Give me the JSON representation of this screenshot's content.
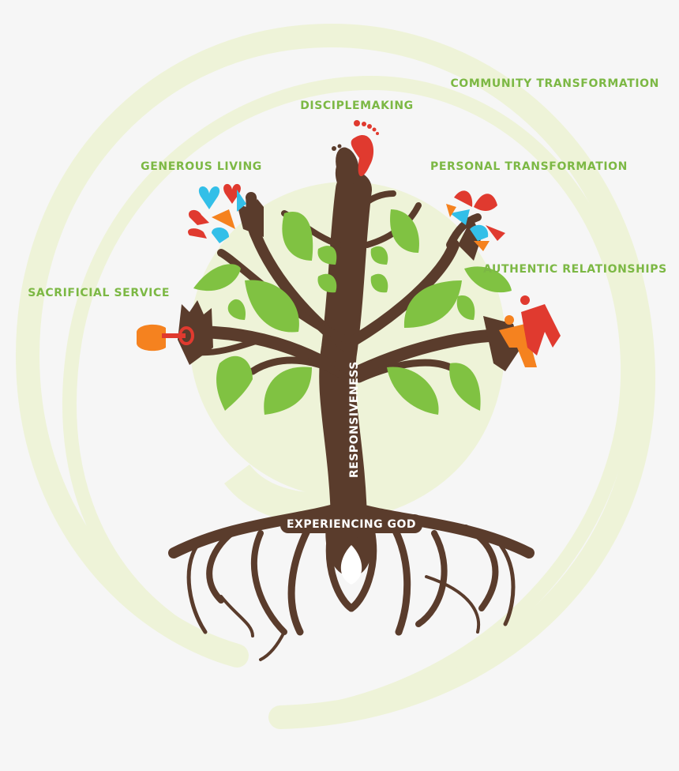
{
  "diagram": {
    "outer_labels": {
      "community": "COMMUNITY TRANSFORMATION",
      "disciplemaking": "DISCIPLEMAKING",
      "generous": "GENEROUS LIVING",
      "personal": "PERSONAL TRANSFORMATION",
      "sacrificial": "SACRIFICIAL SERVICE",
      "authentic": "AUTHENTIC RELATIONSHIPS"
    },
    "trunk_label": "RESPONSIVENESS",
    "root_label": "EXPERIENCING GOD",
    "icons": [
      "footprints-icon",
      "hearts-icon",
      "flower-icon",
      "shovel-icon",
      "people-icon"
    ],
    "colors": {
      "background": "#f6f6f6",
      "spiral": "#eef3d8",
      "trunk": "#5a3c2c",
      "leaf": "#80c242",
      "label": "#7cb844",
      "red": "#e03a2f",
      "blue": "#33bfe8",
      "orange": "#f5821f"
    }
  }
}
